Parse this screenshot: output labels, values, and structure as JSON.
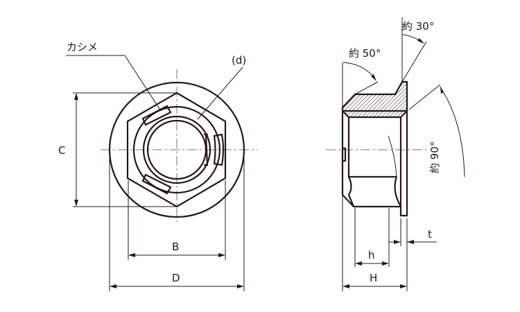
{
  "labels": {
    "kashime": "カシメ",
    "d": "(d)",
    "C": "C",
    "B": "B",
    "D": "D",
    "angle30": "約 30°",
    "angle50": "約 50°",
    "angle90": "約 90°",
    "h": "h",
    "H": "H",
    "t": "t"
  },
  "colors": {
    "line": "#231815",
    "hatch": "#231815",
    "center_line": "#777777"
  }
}
